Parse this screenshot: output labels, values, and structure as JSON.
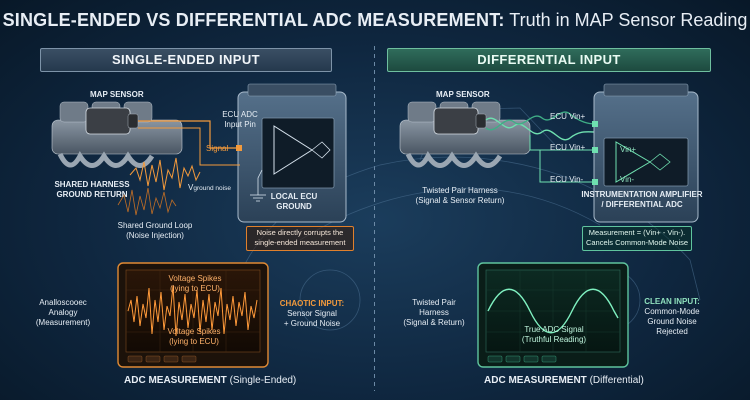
{
  "title": {
    "bold": "SINGLE-ENDED VS DIFFERENTIAL ADC MEASUREMENT:",
    "light": "Truth in MAP Sensor Reading"
  },
  "left": {
    "header": "SINGLE-ENDED INPUT",
    "map_sensor": "MAP SENSOR",
    "ecu_adc_line1": "ECU ADC",
    "ecu_adc_line2": "Input Pin",
    "signal": "Signal",
    "shared_harness_line1": "SHARED HARNESS",
    "shared_harness_line2": "GROUND RETURN",
    "v_ground": "V",
    "v_ground_sub": "ground noise",
    "local_ground_line1": "LOCAL ECU",
    "local_ground_line2": "GROUND",
    "loop_line1": "Shared Ground Loop",
    "loop_line2": "(Noise Injection)",
    "note_line1": "Noise directly corrupts the",
    "note_line2": "single-ended measurement",
    "analogy_line1": "Analloscooec",
    "analogy_line2": "Analogy",
    "analogy_line3": "(Measurement)",
    "spikes_top_line1": "Voltage Spikes",
    "spikes_top_line2": "(lying to ECU)",
    "spikes_bottom_line1": "Voltage Spikes",
    "spikes_bottom_line2": "(lying to ECU)",
    "chaotic_title": "CHAOTIC INPUT:",
    "chaotic_line1": "Sensor Signal",
    "chaotic_line2": "+ Ground Noise",
    "caption_bold": "ADC MEASUREMENT",
    "caption_rest": "(Single-Ended)"
  },
  "right": {
    "header": "DIFFERENTIAL INPUT",
    "map_sensor": "MAP SENSOR",
    "vin_plus_1": "ECU Vin+",
    "vin_plus_2": "ECU Vin+",
    "vin_minus": "ECU Vin-",
    "amp_plus": "Vin+",
    "amp_minus": "Vin-",
    "twisted_line1": "Twisted Pair Harness",
    "twisted_line2": "(Signal & Sensor Return)",
    "amp_title_line1": "INSTRUMENTATION AMPLIFIER",
    "amp_title_line2": "/ DIFFERENTIAL ADC",
    "note_line1": "Measurement = (Vin+ - Vin-).",
    "note_line2": "Cancels Common-Mode Noise",
    "harness_line1": "Twisted Pair",
    "harness_line2": "Harness",
    "harness_line3": "(Signal & Return)",
    "true_line1": "True ADC Signal",
    "true_line2": "(Truthful Reading)",
    "clean_title": "CLEAN INPUT:",
    "clean_line1": "Common-Mode",
    "clean_line2": "Ground Noise",
    "clean_line3": "Rejected",
    "caption_bold": "ADC MEASUREMENT",
    "caption_rest": "(Differential)"
  },
  "colors": {
    "noise": "#f39a3c",
    "clean": "#6fe0b0",
    "ecu": "#3e566d"
  }
}
